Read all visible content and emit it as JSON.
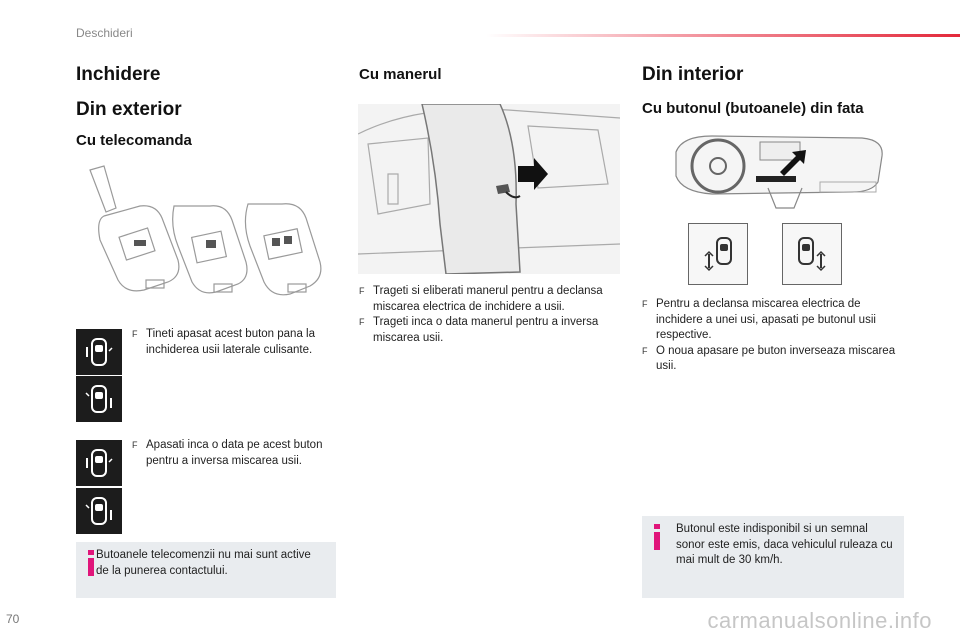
{
  "header": {
    "section": "Deschideri"
  },
  "col1": {
    "h_inchidere": "Inchidere",
    "h_exterior": "Din exterior",
    "h_telecomanda": "Cu telecomanda",
    "bullet1": "Tineti apasat acest buton pana la inchiderea usii laterale culisante.",
    "bullet2": "Apasati inca o data pe acest buton pentru a inversa miscarea usii.",
    "info": "Butoanele telecomenzii nu mai sunt active de la punerea contactului."
  },
  "col2": {
    "h_manerul": "Cu manerul",
    "bullet1": "Trageti si eliberati manerul pentru a declansa miscarea electrica de inchidere a usii.",
    "bullet2": "Trageti inca o data manerul pentru a inversa miscarea usii."
  },
  "col3": {
    "h_interior": "Din interior",
    "h_buton": "Cu butonul (butoanele) din fata",
    "bullet1": "Pentru a declansa miscarea electrica de inchidere a unei usi, apasati pe butonul usii respective.",
    "bullet2": "O noua apasare pe buton inverseaza miscarea usii.",
    "info": "Butonul este indisponibil si un semnal sonor este emis, daca vehiculul ruleaza cu mai mult de 30 km/h."
  },
  "bullet_marker": "F",
  "footer": {
    "page_number": "70",
    "watermark": "carmanualsonline.info"
  },
  "colors": {
    "accent_red": "#e3283a",
    "info_icon": "#e0157a",
    "info_bg": "#e9ecef"
  },
  "icons": [
    "car-door-left-icon",
    "car-door-right-icon",
    "remote-key-icon",
    "info-icon",
    "push-arrow-icon"
  ]
}
